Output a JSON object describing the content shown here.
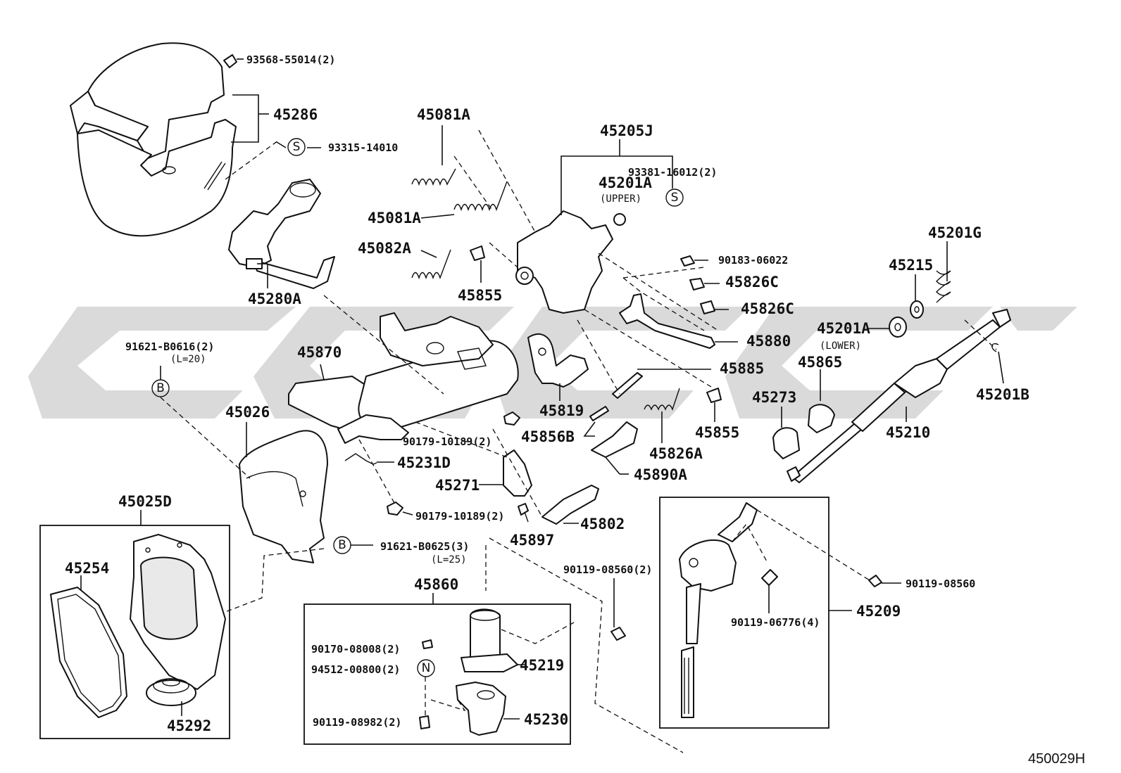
{
  "diagram_id": "450029H",
  "symbols": {
    "s": "S",
    "b": "B",
    "n": "N"
  },
  "labels": {
    "p93568": "93568-55014(2)",
    "p45286": "45286",
    "p93315": "93315-14010",
    "p45081a_top": "45081A",
    "p45081a_mid": "45081A",
    "p45082a": "45082A",
    "p45855_a": "45855",
    "p45205j": "45205J",
    "p93381": "93381-16012(2)",
    "p45201a_upper": "45201A",
    "upper_note": "(UPPER)",
    "p90183": "90183-06022",
    "p45826c_a": "45826C",
    "p45826c_b": "45826C",
    "p45880": "45880",
    "p45885": "45885",
    "p45280a": "45280A",
    "p91621_b0616": "91621-B0616(2)",
    "l20": "(L=20)",
    "p45870": "45870",
    "p45819": "45819",
    "p45856b": "45856B",
    "p45826a": "45826A",
    "p45855_b": "45855",
    "p45890a": "45890A",
    "p45026": "45026",
    "p90179_a": "90179-10189(2)",
    "p45231d": "45231D",
    "p45271": "45271",
    "p90179_b": "90179-10189(2)",
    "p45802": "45802",
    "p45897": "45897",
    "p91621_b0625": "91621-B0625(3)",
    "l25": "(L=25)",
    "p45201g": "45201G",
    "p45215": "45215",
    "p45201a_lower": "45201A",
    "lower_note": "(LOWER)",
    "p45865": "45865",
    "p45273": "45273",
    "p45210": "45210",
    "p45201b": "45201B",
    "p45025d": "45025D",
    "p45254": "45254",
    "p45292": "45292",
    "p45860": "45860",
    "p90170": "90170-08008(2)",
    "p94512": "94512-00800(2)",
    "p45219": "45219",
    "p90119_08982": "90119-08982(2)",
    "p45230": "45230",
    "p90119_08560_2": "90119-08560(2)",
    "p90119_08560": "90119-08560",
    "p45209": "45209",
    "p90119_06776": "90119-06776(4)"
  }
}
